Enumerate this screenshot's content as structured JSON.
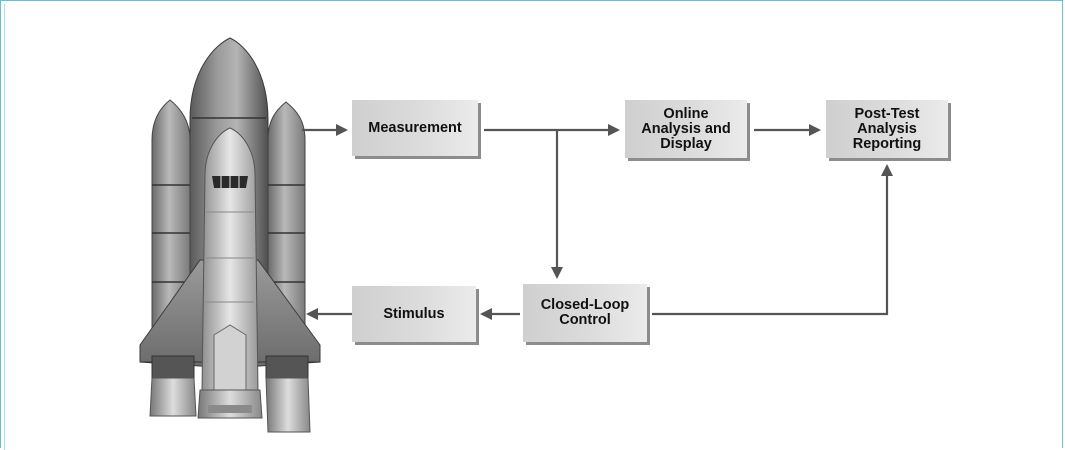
{
  "nodes": {
    "measurement": "Measurement",
    "online": "Online\nAnalysis and\nDisplay",
    "posttest": "Post-Test\nAnalysis\nReporting",
    "stimulus": "Stimulus",
    "closedloop": "Closed-Loop\nControl"
  },
  "edges": [
    {
      "from": "shuttle",
      "to": "measurement"
    },
    {
      "from": "measurement",
      "to": "online"
    },
    {
      "from": "online",
      "to": "posttest"
    },
    {
      "from": "measurement",
      "to": "closedloop"
    },
    {
      "from": "closedloop",
      "to": "posttest"
    },
    {
      "from": "closedloop",
      "to": "stimulus"
    },
    {
      "from": "stimulus",
      "to": "shuttle"
    }
  ],
  "colors": {
    "frame": "#5fc3d9",
    "arrow": "#555555",
    "box": "#dcdcdc"
  },
  "icons": [
    "space-shuttle-illustration"
  ]
}
